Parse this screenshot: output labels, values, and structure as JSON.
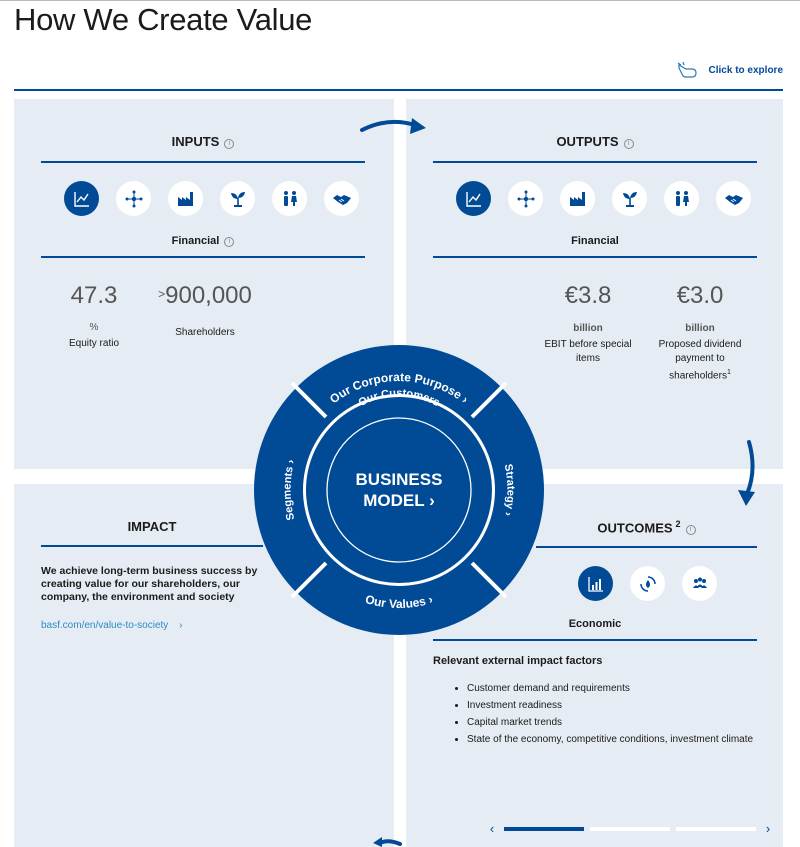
{
  "page": {
    "title": "How We Create Value"
  },
  "explore": {
    "label": "Click to explore"
  },
  "inputs": {
    "title": "INPUTS",
    "subtitle": "Financial",
    "stats": [
      {
        "value": "47.3",
        "unit": "%",
        "label": "Equity ratio"
      },
      {
        "prefix": ">",
        "value": "900,000",
        "label": "Shareholders"
      }
    ]
  },
  "outputs": {
    "title": "OUTPUTS",
    "subtitle": "Financial",
    "stats": [
      {
        "value": "€3.8",
        "unit": "billion",
        "label": "EBIT before special items"
      },
      {
        "value": "€3.0",
        "unit": "billion",
        "label": "Proposed dividend payment to shareholders",
        "footnote": "1"
      }
    ]
  },
  "icons": [
    "chart-icon",
    "network-icon",
    "factory-icon",
    "plant-icon",
    "people-icon",
    "handshake-icon"
  ],
  "impact": {
    "title": "IMPACT",
    "text": "We achieve long-term business success by creating value for our shareholders, our company, the environment and society",
    "link": "basf.com/en/value-to-society"
  },
  "outcomes": {
    "title": "OUTCOMES",
    "footnote": "2",
    "subtitle": "Economic",
    "factors_title": "Relevant external impact factors",
    "factors": [
      "Customer demand and requirements",
      "Investment readiness",
      "Capital market trends",
      "State of the economy, competitive conditions, investment climate"
    ]
  },
  "wheel": {
    "center_line1": "BUSINESS",
    "center_line2": "MODEL",
    "inner": "Our Customers",
    "top": "Our Corporate Purpose",
    "right": "Strategy",
    "bottom": "Our Values",
    "left": "Segments"
  },
  "pager": {
    "active_index": 0,
    "count": 3
  },
  "colors": {
    "brand": "#004a96",
    "panel": "#e6ecf3",
    "link": "#2e8cc2"
  }
}
